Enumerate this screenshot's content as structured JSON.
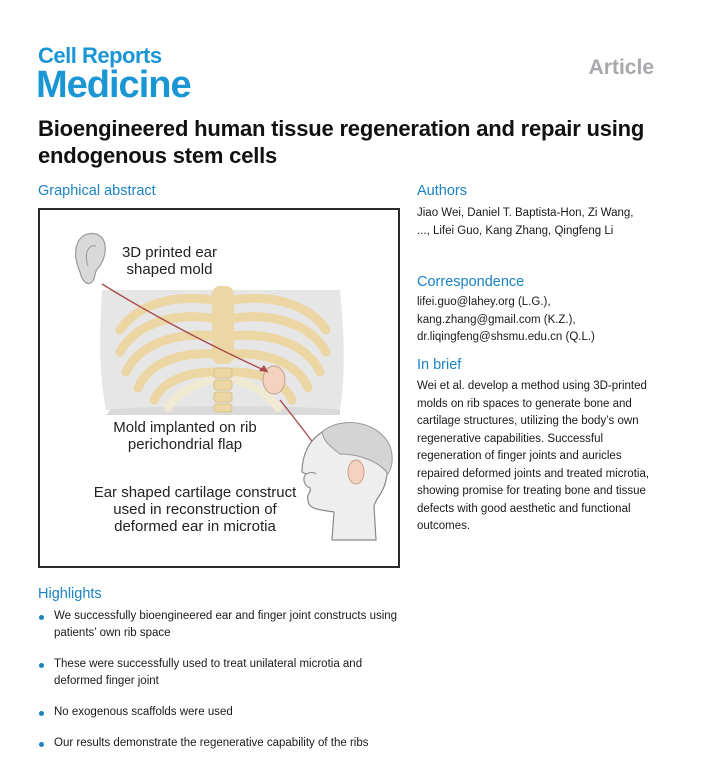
{
  "journal": {
    "name_line1_part1": "Ce",
    "name_line1_part2": "ll Reports",
    "name_line2": "Medicine",
    "article_type": "Article"
  },
  "title": "Bioengineered human tissue regeneration and repair using endogenous stem cells",
  "graphical_abstract": {
    "heading": "Graphical abstract",
    "label_mold": "3D printed ear shaped mold",
    "label_implanted": "Mold implanted on rib perichondrial flap",
    "label_construct": "Ear shaped cartilage construct used in reconstruction of deformed ear in microtia"
  },
  "authors": {
    "heading": "Authors",
    "text": "Jiao Wei, Daniel T. Baptista-Hon, Zi Wang, ..., Lifei Guo, Kang Zhang, Qingfeng Li"
  },
  "correspondence": {
    "heading": "Correspondence",
    "lines": [
      "lifei.guo@lahey.org (L.G.),",
      "kang.zhang@gmail.com (K.Z.),",
      "dr.liqingfeng@shsmu.edu.cn (Q.L.)"
    ]
  },
  "in_brief": {
    "heading": "In brief",
    "text": "Wei et al. develop a method using 3D-printed molds on rib spaces to generate bone and cartilage structures, utilizing the body’s own regenerative capabilities. Successful regeneration of finger joints and auricles repaired deformed joints and treated microtia, showing promise for treating bone and tissue defects with good aesthetic and functional outcomes."
  },
  "highlights": {
    "heading": "Highlights",
    "items": [
      "We successfully bioengineered ear and finger joint constructs using patients’ own rib space",
      "These were successfully used to treat unilateral microtia and deformed finger joint",
      "No exogenous scaffolds were used",
      "Our results demonstrate the regenerative capability of the ribs"
    ]
  },
  "colors": {
    "brand_blue": "#1a96d4",
    "heading_blue": "#1a83c4",
    "article_gray": "#a7a9ac",
    "rib_bone": "#ecd7a4",
    "cartilage": "#f1ead2",
    "arrow_red": "#a84a4a"
  }
}
